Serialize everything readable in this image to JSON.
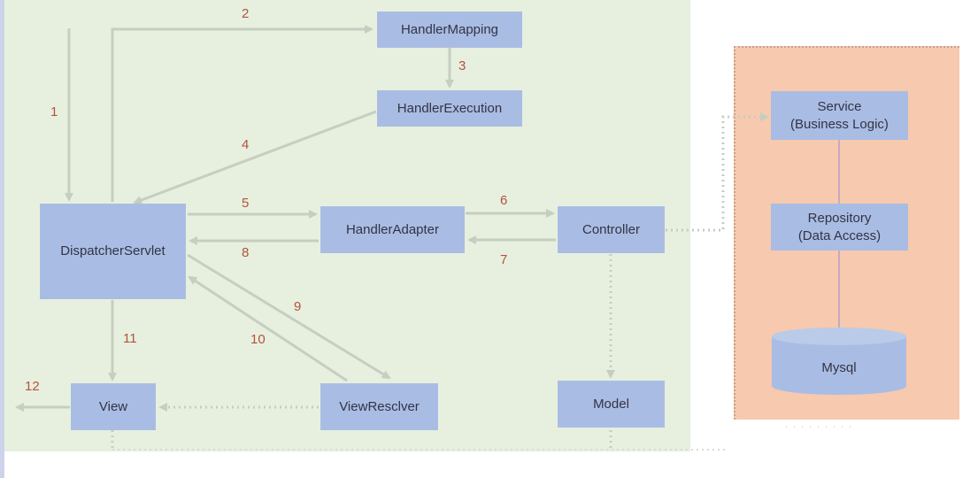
{
  "boxes": {
    "handler_mapping": "HandlerMapping",
    "handler_execution": "HandlerExecution",
    "dispatcher_servlet": "DispatcherServlet",
    "handler_adapter": "HandlerAdapter",
    "controller": "Controller",
    "view": "View",
    "view_resolver": "ViewResclver",
    "model": "Model",
    "service_line1": "Service",
    "service_line2": "(Business Logic)",
    "repository_line1": "Repository",
    "repository_line2": "(Data Access)",
    "mysql": "Mysql"
  },
  "steps": [
    "1",
    "2",
    "3",
    "4",
    "5",
    "6",
    "7",
    "8",
    "9",
    "10",
    "11",
    "12"
  ],
  "colors": {
    "panel": "#e7f0df",
    "box": "#a9bde4",
    "arrow": "#c5cec0",
    "step_number": "#b5523c",
    "db_panel": "#f7c9ae"
  }
}
